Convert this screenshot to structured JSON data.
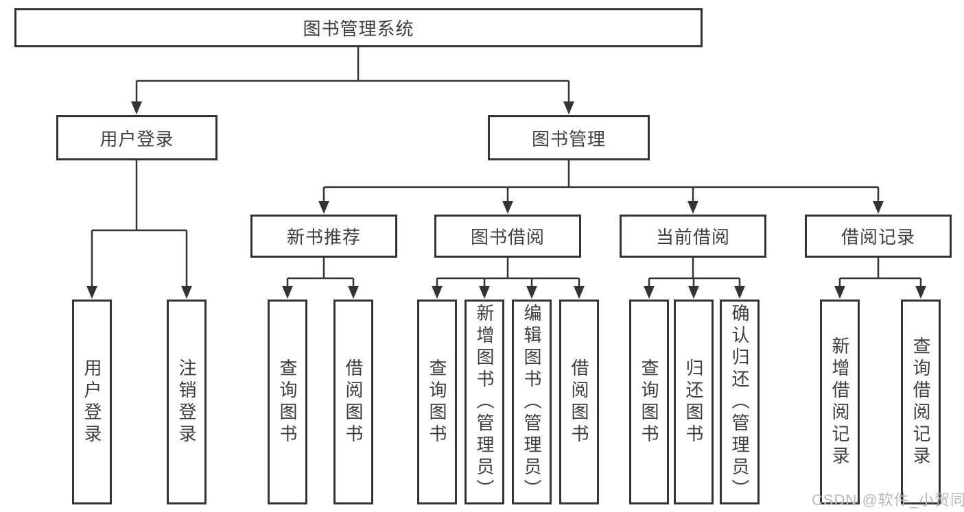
{
  "title": "图书管理系统",
  "tree": {
    "user_login": {
      "label": "用户登录",
      "children": [
        "用户登录",
        "注销登录"
      ]
    },
    "book_management": {
      "label": "图书管理",
      "sections": [
        {
          "label": "新书推荐",
          "children": [
            "查询图书",
            "借阅图书"
          ]
        },
        {
          "label": "图书借阅",
          "children": [
            "查询图书",
            "新增图书（管理员）",
            "编辑图书（管理员）",
            "借阅图书"
          ]
        },
        {
          "label": "当前借阅",
          "children": [
            "查询图书",
            "归还图书",
            "确认归还（管理员）"
          ]
        },
        {
          "label": "借阅记录",
          "children": [
            "新增借阅记录",
            "查询借阅记录"
          ]
        }
      ]
    }
  },
  "watermark": "CSDN @软件_小贺同学",
  "colors": {
    "line": "#343434",
    "text": "#3d3d3d",
    "watermark": "#b9b9b9",
    "background": "#ffffff"
  }
}
